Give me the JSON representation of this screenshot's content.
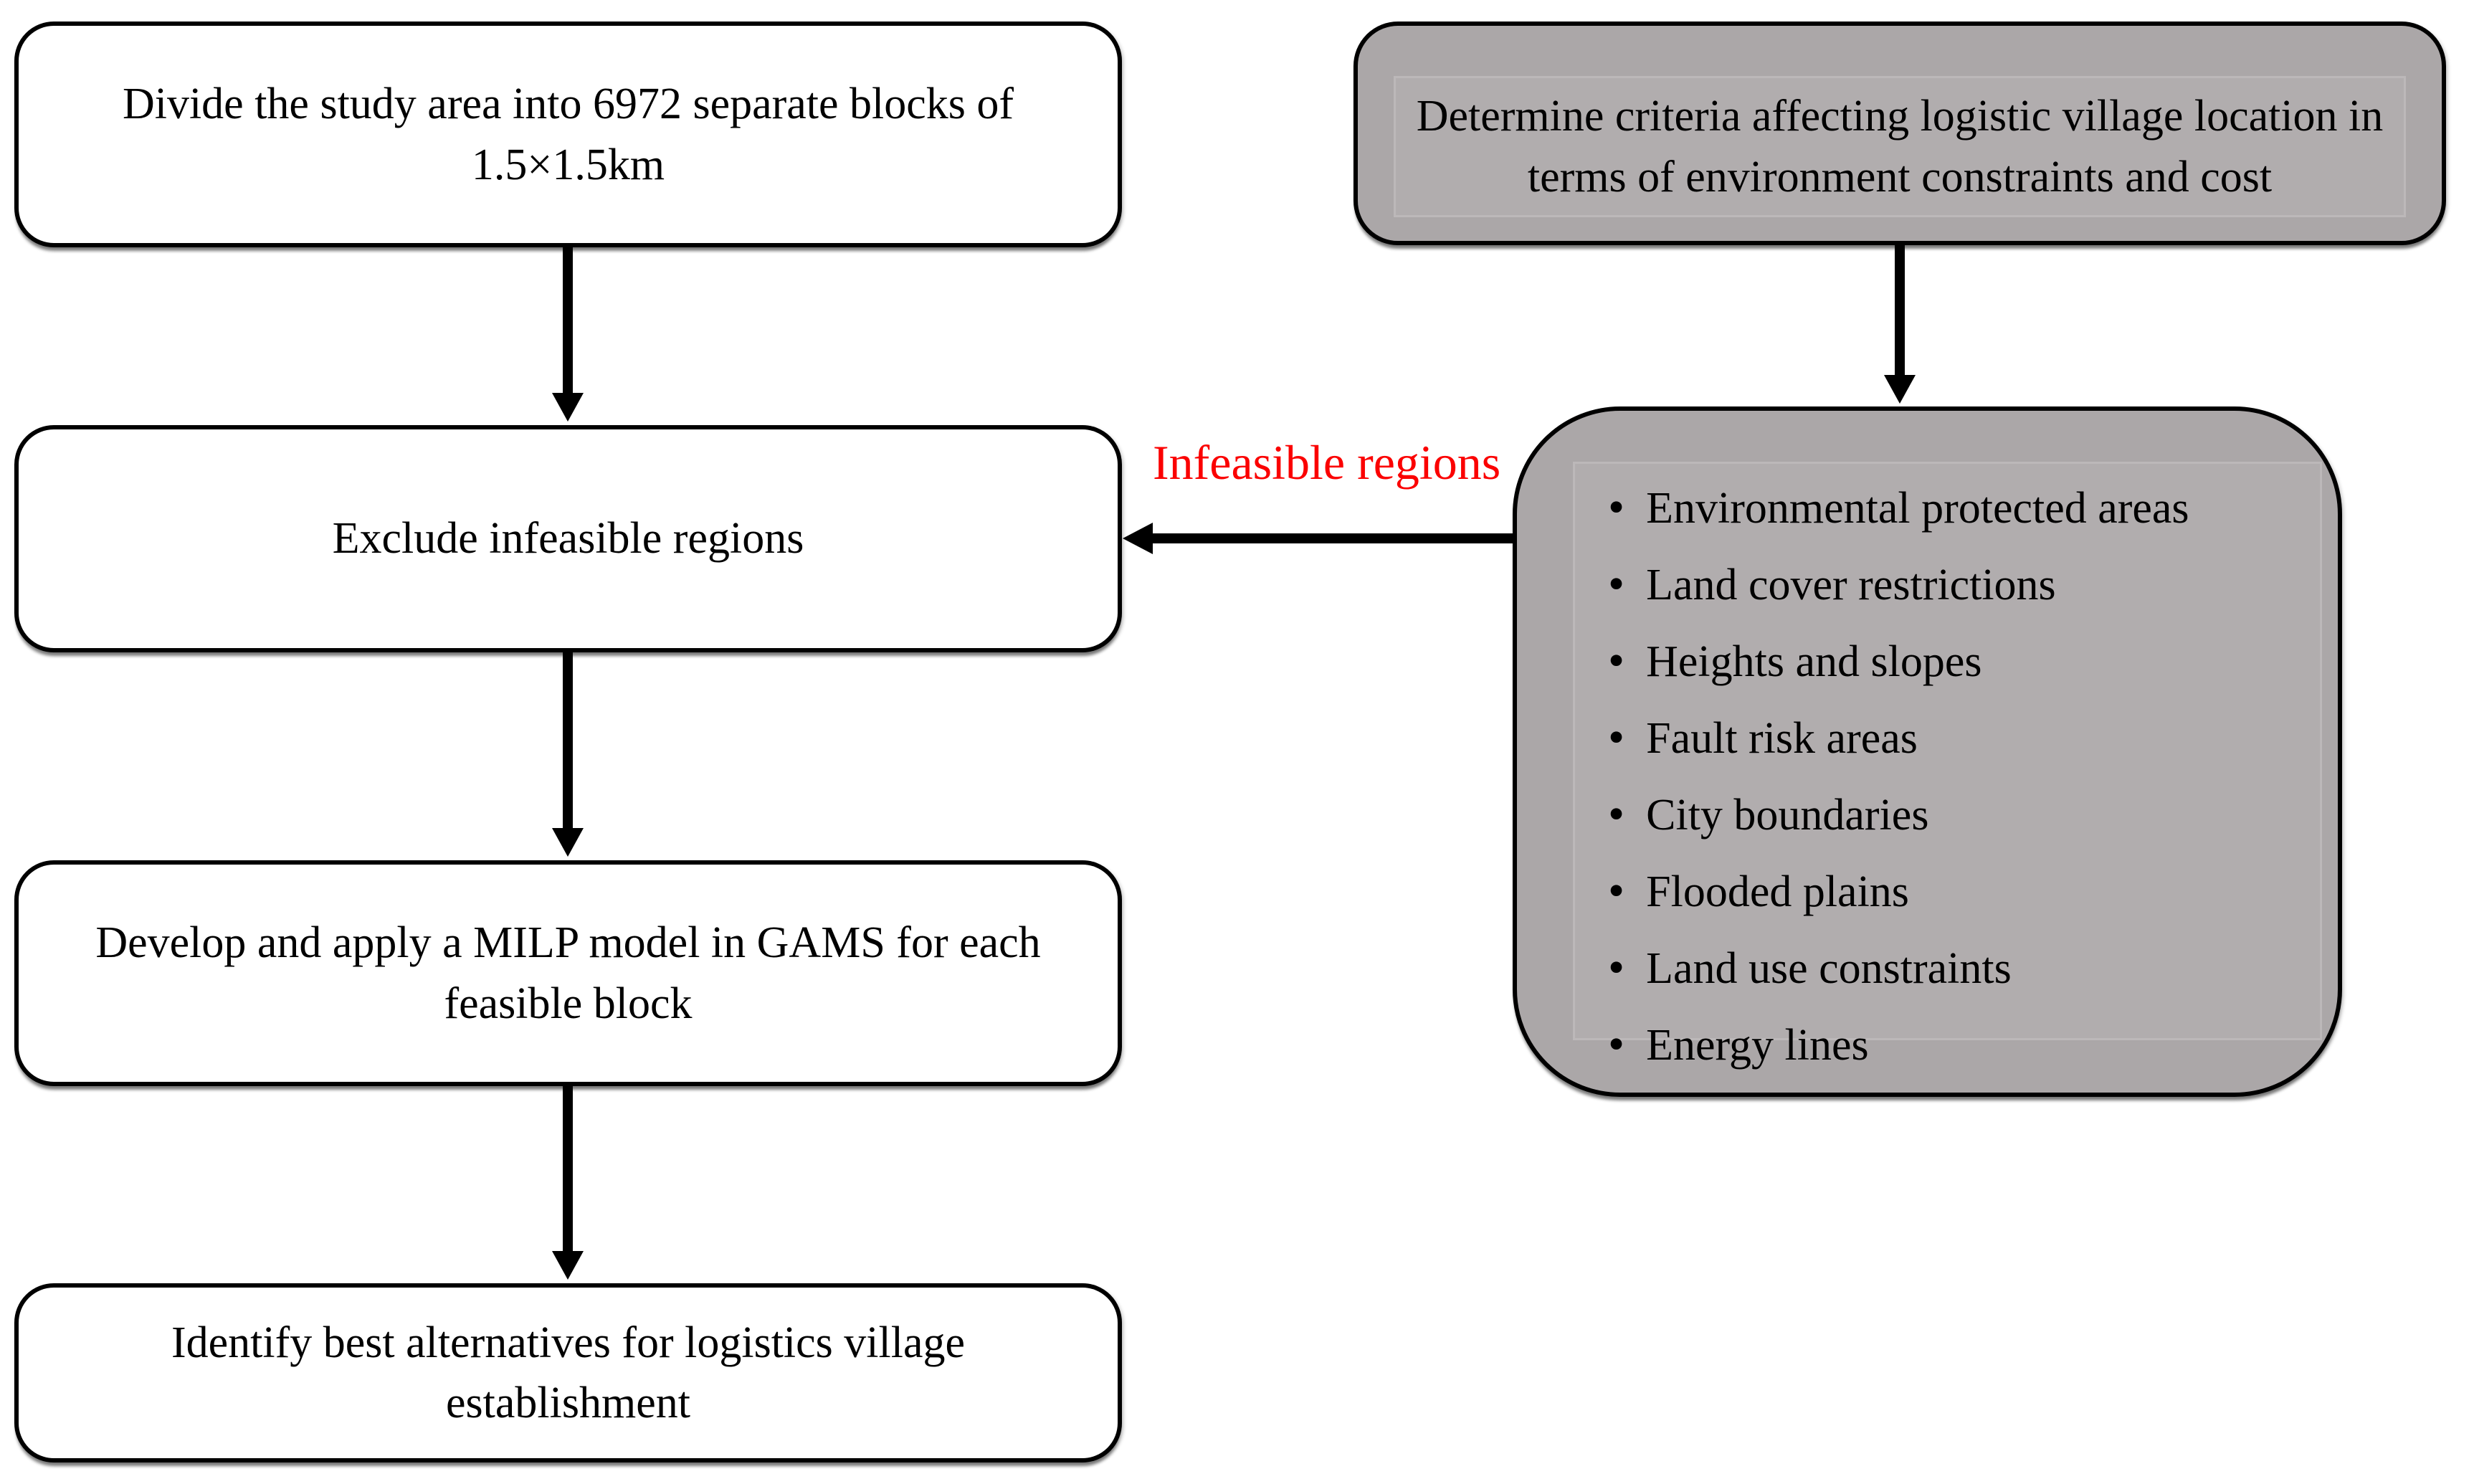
{
  "flowchart": {
    "left_steps": [
      "Divide the study area into 6972 separate blocks of 1.5×1.5km",
      "Exclude infeasible regions",
      "Develop and apply a MILP model in GAMS for each feasible block",
      "Identify best alternatives for logistics village establishment"
    ],
    "criteria_step": "Determine criteria affecting logistic village location in terms of environment constraints and cost",
    "constraints": [
      "Environmental protected areas",
      "Land cover restrictions",
      "Heights and slopes",
      "Fault risk areas",
      "City boundaries",
      "Flooded plains",
      "Land use constraints",
      "Energy lines"
    ],
    "edge_label": "Infeasible regions",
    "colors": {
      "box_border": "#000000",
      "white_box_fill": "#ffffff",
      "gray_box_fill": "#aba7a8",
      "gray_inner_panel": "#b1adae",
      "arrow_color": "#000000",
      "edge_label_color": "#fb0000"
    }
  }
}
